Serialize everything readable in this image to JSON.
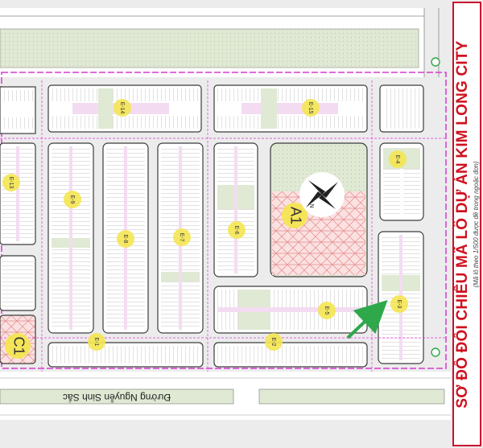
{
  "title": "SƠ ĐỒ ĐỐI CHIẾU MÃ LÔ DỰ ÁN KIM LONG CITY",
  "subtitle": "(Mã lô theo 1/500 được đề trong ngoặc đơn)",
  "street_name": "Đường Nguyễn Sinh Sắc",
  "blocks": {
    "e13": "E-13",
    "e14": "E-14",
    "e15": "E-15",
    "e9": "E-9",
    "e8": "E-8",
    "e7": "E-7",
    "e6": "E-6",
    "e4": "E-4",
    "e3": "E-3",
    "e5": "E-5",
    "e2": "E-2",
    "e1": "E-1",
    "a1": "A1",
    "c1": "C1"
  },
  "compass_label": "N",
  "colors": {
    "road": "#e6e6e6",
    "block_outline": "#3c3c3c",
    "lot_pink": "#e8b6e6",
    "boundary": "#d63ad0",
    "green": "#dfe9d3",
    "hatch": "#f0a0a0",
    "arrow": "#2ea84a",
    "badge": "#f4e552",
    "title_red": "#d0101e"
  }
}
